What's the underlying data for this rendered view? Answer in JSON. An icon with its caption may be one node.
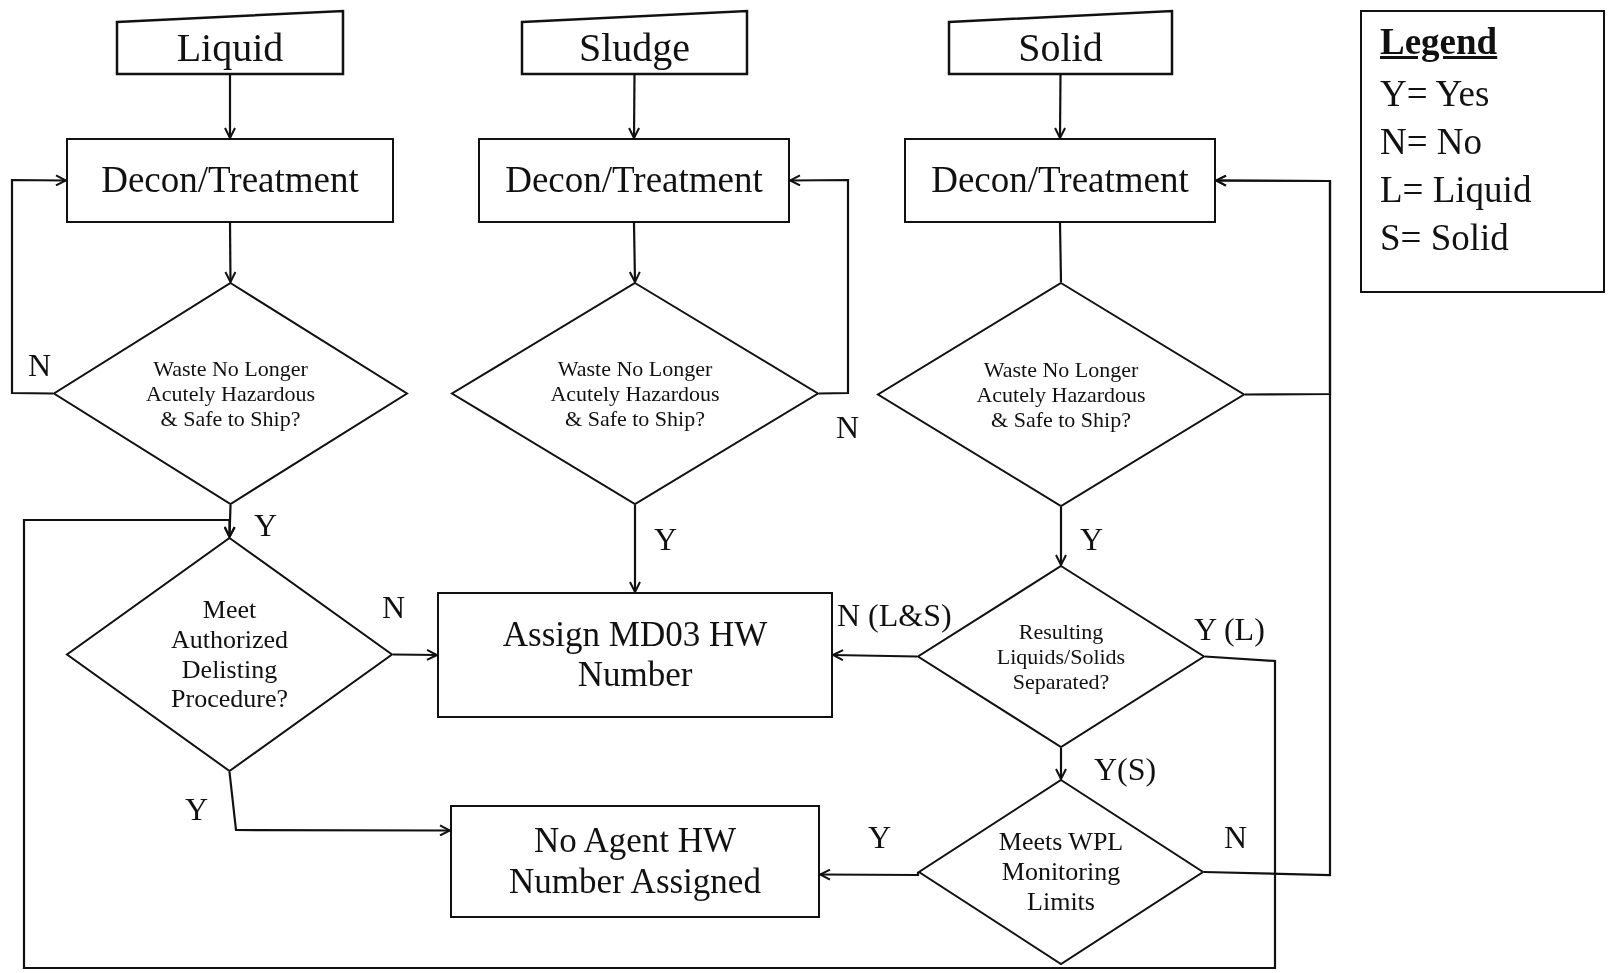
{
  "diagram": {
    "nodes": [
      {
        "text": [
          "Liquid"
        ]
      },
      {
        "text": [
          "Sludge"
        ]
      },
      {
        "text": [
          "Solid"
        ]
      },
      {
        "text": [
          "Legend",
          "Y= Yes",
          "N= No",
          "L= Liquid",
          "S= Solid"
        ]
      },
      {
        "text": [
          "Decon/Treatment"
        ]
      },
      {
        "text": [
          "Decon/Treatment"
        ]
      },
      {
        "text": [
          "Decon/Treatment"
        ]
      },
      {
        "text": [
          "Waste No Longer Acutely Hazardous & Safe to Ship?"
        ]
      },
      {
        "text": [
          "Waste No Longer Acutely Hazardous & Safe to Ship?"
        ]
      },
      {
        "text": [
          "Waste No Longer Acutely Hazardous & Safe to Ship?"
        ]
      },
      {
        "text": [
          "Meet Authorized Delisting Procedure?"
        ]
      },
      {
        "text": [
          "Assign MD03 HW Number"
        ]
      },
      {
        "text": [
          "Resulting Liquids/Solids Separated?"
        ]
      },
      {
        "text": [
          "No Agent HW Number Assigned"
        ]
      },
      {
        "text": [
          "Meets WPL Monitoring Limits"
        ]
      }
    ],
    "edges": [
      {
        "from": 0,
        "to": 4,
        "arrow": "to"
      },
      {
        "from": 1,
        "to": 5,
        "arrow": "to"
      },
      {
        "from": 2,
        "to": 6,
        "arrow": "to"
      },
      {
        "from": 4,
        "to": 7,
        "arrow": "to"
      },
      {
        "from": 5,
        "to": 8,
        "arrow": "to"
      },
      {
        "from": 6,
        "to": 9,
        "arrow": "none"
      },
      {
        "from": 7,
        "to": 4,
        "arrow": "to",
        "label": "N"
      },
      {
        "from": 8,
        "to": 5,
        "arrow": "to",
        "label": "N"
      },
      {
        "from": 9,
        "to": 6,
        "arrow": "to"
      },
      {
        "from": 7,
        "to": 10,
        "arrow": "to",
        "label": "Y"
      },
      {
        "from": 8,
        "to": 11,
        "arrow": "to",
        "label": "Y"
      },
      {
        "from": 9,
        "to": 12,
        "arrow": "to",
        "label": "Y"
      },
      {
        "from": 10,
        "to": 11,
        "arrow": "to",
        "label": "N"
      },
      {
        "from": 10,
        "to": 13,
        "arrow": "to",
        "label": "Y"
      },
      {
        "from": 12,
        "to": 11,
        "arrow": "to",
        "label": "N (L&S)"
      },
      {
        "from": 12,
        "to": 14,
        "arrow": "to",
        "label": "Y(S)"
      },
      {
        "from": 14,
        "to": 13,
        "arrow": "to",
        "label": "Y"
      },
      {
        "from": 14,
        "to": 6,
        "arrow": "to",
        "label": "N"
      },
      {
        "from": 12,
        "to": 10,
        "arrow": "to",
        "label": "Y (L)"
      }
    ]
  }
}
